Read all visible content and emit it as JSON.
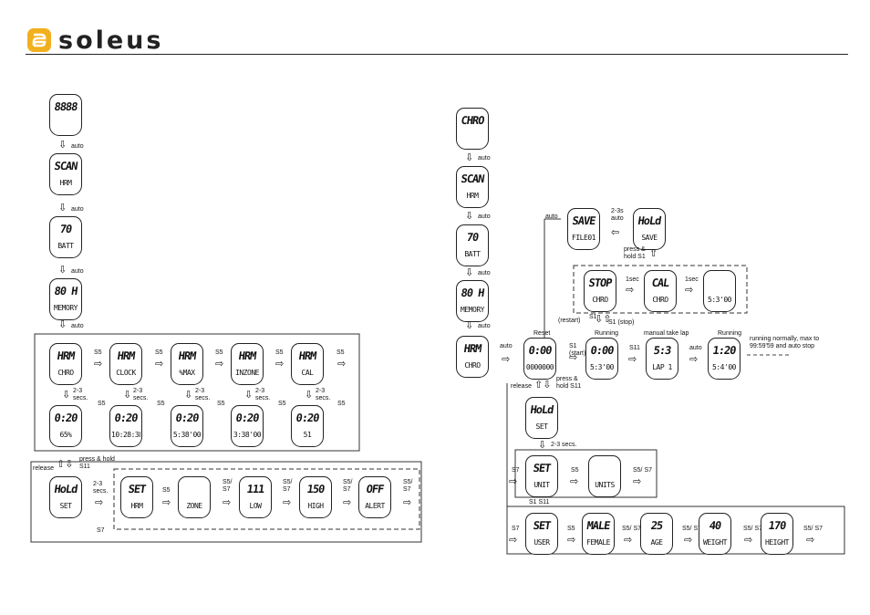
{
  "header": {
    "brand": "soleus"
  },
  "left": {
    "chain": [
      {
        "big": "8888",
        "small": ""
      },
      {
        "big": "SCAN",
        "small": "HRM"
      },
      {
        "big": "70",
        "small": "BATT"
      },
      {
        "big": "80 H",
        "small": "MEMORY"
      }
    ],
    "auto": "auto",
    "modes": [
      {
        "big": "HRM",
        "small": "CHRO"
      },
      {
        "big": "HRM",
        "small": "CLOCK"
      },
      {
        "big": "HRM",
        "small": "%MAX"
      },
      {
        "big": "HRM",
        "small": "INZONE"
      },
      {
        "big": "HRM",
        "small": "CAL"
      }
    ],
    "mode_values": [
      {
        "big": "0:20",
        "small": "65%"
      },
      {
        "big": "0:20",
        "small": "10:28:38"
      },
      {
        "big": "0:20",
        "small": "5:38'00"
      },
      {
        "big": "0:20",
        "small": "3:38'00"
      },
      {
        "big": "0:20",
        "small": "51"
      }
    ],
    "s5": "S5",
    "secs": "2-3 secs.",
    "release": "release",
    "press_hold": "press & hold S11",
    "hold": {
      "big": "HoLd",
      "small": "SET"
    },
    "settings": [
      {
        "big": "SET",
        "small": "HRM"
      },
      {
        "big": "",
        "small": "ZONE"
      },
      {
        "big": "111",
        "small": "LOW"
      },
      {
        "big": "150",
        "small": "HIGH"
      },
      {
        "big": "OFF",
        "small": "ALERT"
      }
    ],
    "s5s7": "S5/ S7",
    "s7": "S7"
  },
  "right": {
    "chain": [
      {
        "big": "CHRO",
        "small": ""
      },
      {
        "big": "SCAN",
        "small": "HRM"
      },
      {
        "big": "70",
        "small": "BATT"
      },
      {
        "big": "80 H",
        "small": "MEMORY"
      },
      {
        "big": "HRM",
        "small": "CHRO"
      }
    ],
    "reset_label": "Reset",
    "reset": {
      "big": "0:00",
      "small": "0000000"
    },
    "start_label": "S1 (start)",
    "running_label": "Running",
    "running": {
      "big": "0:00",
      "small": "5:3'00"
    },
    "manual_lap_label": "manual take lap",
    "lap": {
      "big": "5:3",
      "small": "LAP 1"
    },
    "running2": {
      "big": "1:20",
      "small": "5:4'00"
    },
    "running_note": "running normally, max to 99:59'59 and auto stop",
    "s11": "S11",
    "stop_section": [
      {
        "big": "STOP",
        "small": "CHRO"
      },
      {
        "big": "CAL",
        "small": "CHRO"
      },
      {
        "big": "",
        "small": "5:3'00"
      }
    ],
    "one_sec": "1sec",
    "restart": "(restart)",
    "s1": "S1",
    "s1_stop": "S1 (stop)",
    "press_hold_s1": "press & hold S1",
    "save_file": {
      "big": "SAVE",
      "small": "FILE01"
    },
    "hold_save": {
      "big": "HoLd",
      "small": "SAVE"
    },
    "auto_23": "2-3s auto",
    "hold_set": {
      "big": "HoLd",
      "small": "SET"
    },
    "set_unit": {
      "big": "SET",
      "small": "UNIT"
    },
    "units": {
      "big": "",
      "small": "UNITS"
    },
    "set_user": {
      "big": "SET",
      "small": "USER"
    },
    "user_settings": [
      {
        "big": "MALE",
        "small": "FEMALE"
      },
      {
        "big": "25",
        "small": "AGE"
      },
      {
        "big": "40",
        "small": "WEIGHT"
      },
      {
        "big": "170",
        "small": "HEIGHT"
      }
    ],
    "s1s11": "S1 S11"
  }
}
